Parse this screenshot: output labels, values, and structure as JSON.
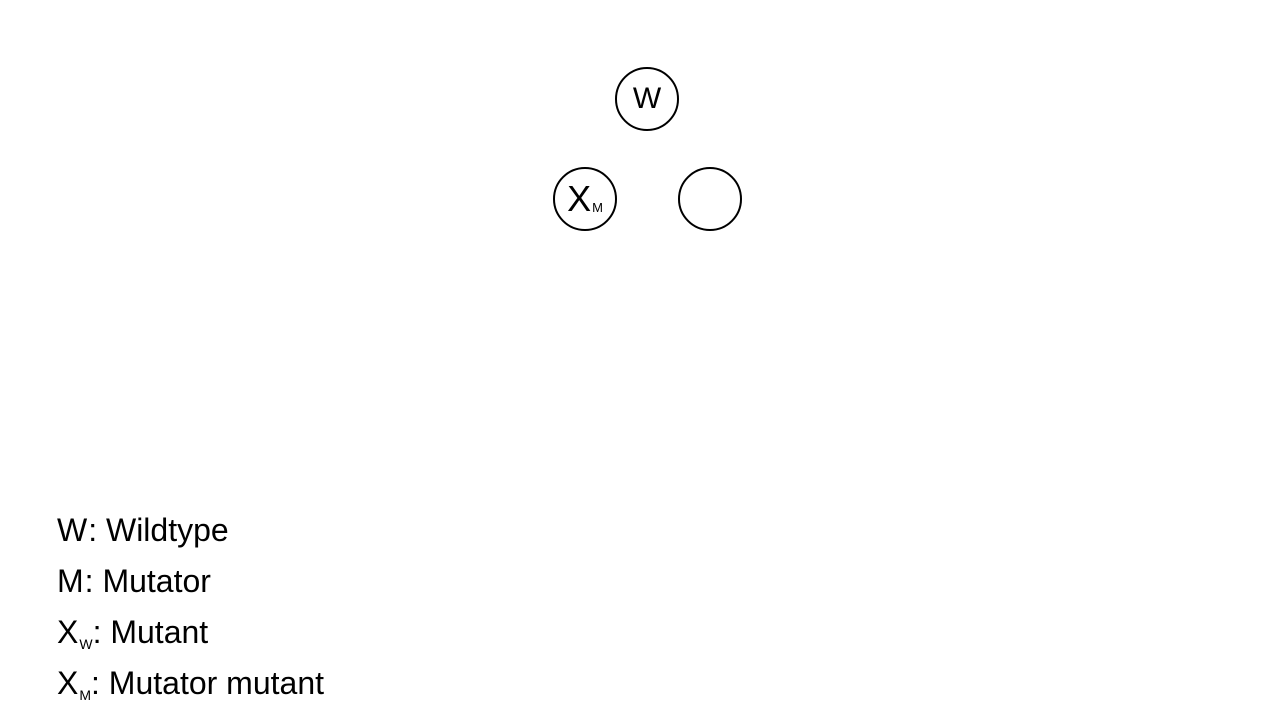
{
  "nodes": {
    "wildtype": {
      "symbol": "W"
    },
    "mutator_mutant": {
      "symbol": "X",
      "subscript": "M"
    },
    "empty": {
      "symbol": ""
    }
  },
  "legend": [
    {
      "symbol": "W",
      "subscript": "",
      "description": ": Wildtype"
    },
    {
      "symbol": "M",
      "subscript": "",
      "description": ": Mutator"
    },
    {
      "symbol": "X",
      "subscript": "W",
      "description": ": Mutant"
    },
    {
      "symbol": "X",
      "subscript": "M",
      "description": ": Mutator mutant"
    }
  ],
  "colors": {
    "background": "#ffffff",
    "stroke": "#000000",
    "text": "#000000"
  }
}
